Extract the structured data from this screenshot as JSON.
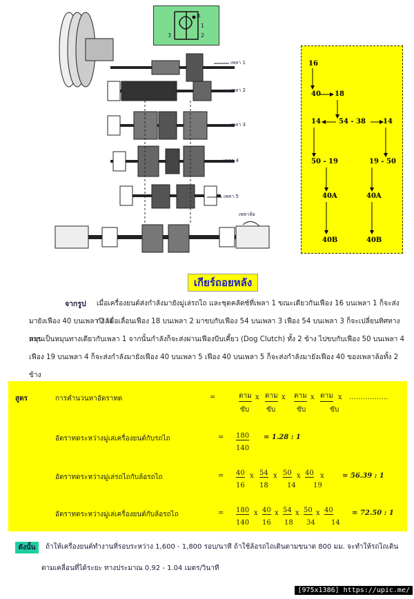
{
  "lever_pattern": {
    "r": "R",
    "n1": "1",
    "n2": "2",
    "n3": "3"
  },
  "shaft_labels": [
    "เพลา 1",
    "เพลา 2",
    "เพลา 3",
    "เพลา 4",
    "เพลา 5",
    "เพลาล้อ"
  ],
  "flow": {
    "n16": "16",
    "n40": "40",
    "n18": "18",
    "n14_left": "14",
    "n54_38": "54 - 38",
    "n14_right": "14",
    "n50_19": "50 - 19",
    "n19_50": "19 - 50",
    "n40a_left": "40A",
    "n40a_right": "40A",
    "n40b_left": "40B",
    "n40b_right": "40B"
  },
  "title": "เกียร์ถอยหลัง",
  "paragraph": {
    "lead": "จากรูป",
    "line1": "เมื่อเครื่องยนต์ส่งกำลังมายังมู่เล่รถไถ และชุดคลัตช์ที่เพลา 1 ขณะเดียวกันเฟือง 16 บนเพลา 1 ก็จะส่งกำลัง",
    "line2": "มายังเฟือง 40 บนเพลา 2 เมื่อเลื่อนเฟือง 18 บนเพลา 2 มาขบกับเฟือง 54 บนเพลา 3 เฟือง 54 บนเพลา 3 ก็จะเปลี่ยนทิศทางการ",
    "line3": "หมุนเป็นหมุนทางเดียวกับเพลา 1 จากนั้นกำลังก็จะส่งผ่านเฟืองบีบเคี้ยว (Dog Clutch) ทั้ง  2  ข้าง ไปขบกับเฟือง 50 บนเพลา 4",
    "line4": "เฟือง 19 บนเพลา 4 ก็จะส่งกำลังมายังเฟือง 40 บนเพลา 5 เฟือง 40 บนเพลา 5 ก็จะส่งกำลังมายังเฟือง 40 ของเพลาล้อทั้ง 2 ข้าง"
  },
  "formula": {
    "tag": "สูตร",
    "row1_label": "การคำนวนหาอัตราทด",
    "eq": "=",
    "x": "x",
    "num_word": "ตาม",
    "den_word": "ขับ",
    "dots": "……………..",
    "row2_label": "อัตราทดระหว่างมู่เล่เครื่องยนต์กับรถไถ",
    "row2_num": "180",
    "row2_den": "140",
    "row2_result": "= 1.28 : 1",
    "row3_label": "อัตราทดระหว่างมู่เล่รถไถกับล้อรถไถ",
    "row3_nums": [
      "40",
      "54",
      "50",
      "40"
    ],
    "row3_dens": [
      "16",
      "18",
      "14",
      "19"
    ],
    "row3_result": "= 56.39 : 1",
    "row4_label": "อัตราทดระหว่างมู่เล่เครื่องยนต์กับล้อรถไถ",
    "row4_nums": [
      "180",
      "40",
      "54",
      "50",
      "40"
    ],
    "row4_dens": [
      "140",
      "16",
      "18",
      "34",
      "14"
    ],
    "row4_result": "= 72.50 : 1"
  },
  "conclusion": {
    "tag": "ดังนั้น",
    "line1": "ถ้าให้เครื่องยนต์ทำงานที่รอบระหว่าง 1,600 - 1,800 รอบ/นาที ถ้าใช้ล้อรถไถเดินตามขนาด 800 มม. จะทำให้รถไถเดิน",
    "line2": "ตามเคลื่อนที่ได้ระยะ ทางประมาณ 0.92 - 1.04 เมตร/วินาที"
  },
  "watermark": "[975x1386] https://upic.me/"
}
